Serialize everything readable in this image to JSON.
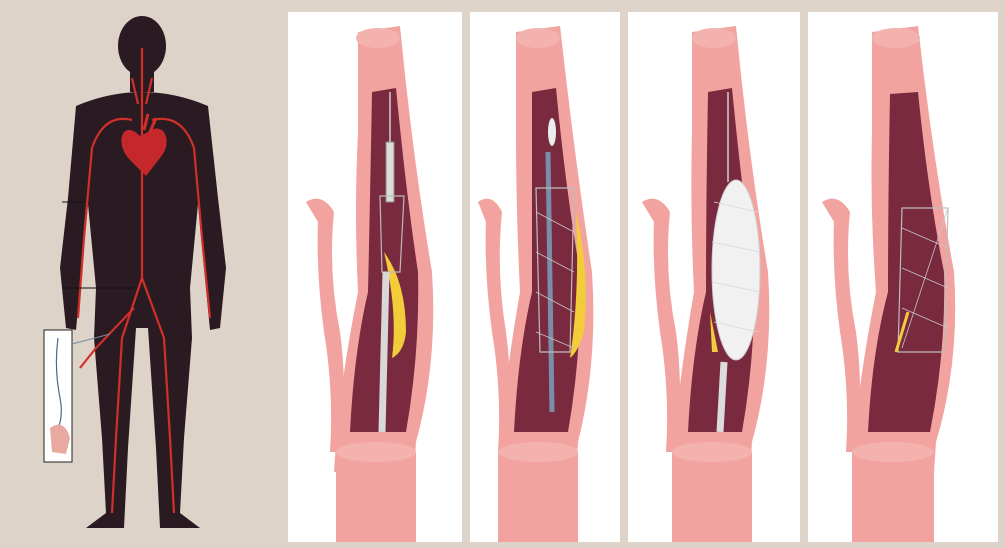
{
  "figure": {
    "description_colors": {
      "background": "#ddd3c9",
      "silhouette": "#2a1a22",
      "artery": "#d0302a",
      "vessel_wall": "#f2a3a0",
      "lumen": "#7a2a3e",
      "plaque": "#f3cc3a",
      "stent": "#c9c9c9"
    },
    "panels": [
      {
        "id": "body",
        "icon": "human-silhouette-with-arteries"
      },
      {
        "id": "step1",
        "icon": "catheter-with-collapsed-stent"
      },
      {
        "id": "step2",
        "icon": "stent-positioned-at-plaque"
      },
      {
        "id": "step3",
        "icon": "balloon-expanding-stent"
      },
      {
        "id": "step4",
        "icon": "expanded-stent-in-vessel"
      }
    ]
  }
}
